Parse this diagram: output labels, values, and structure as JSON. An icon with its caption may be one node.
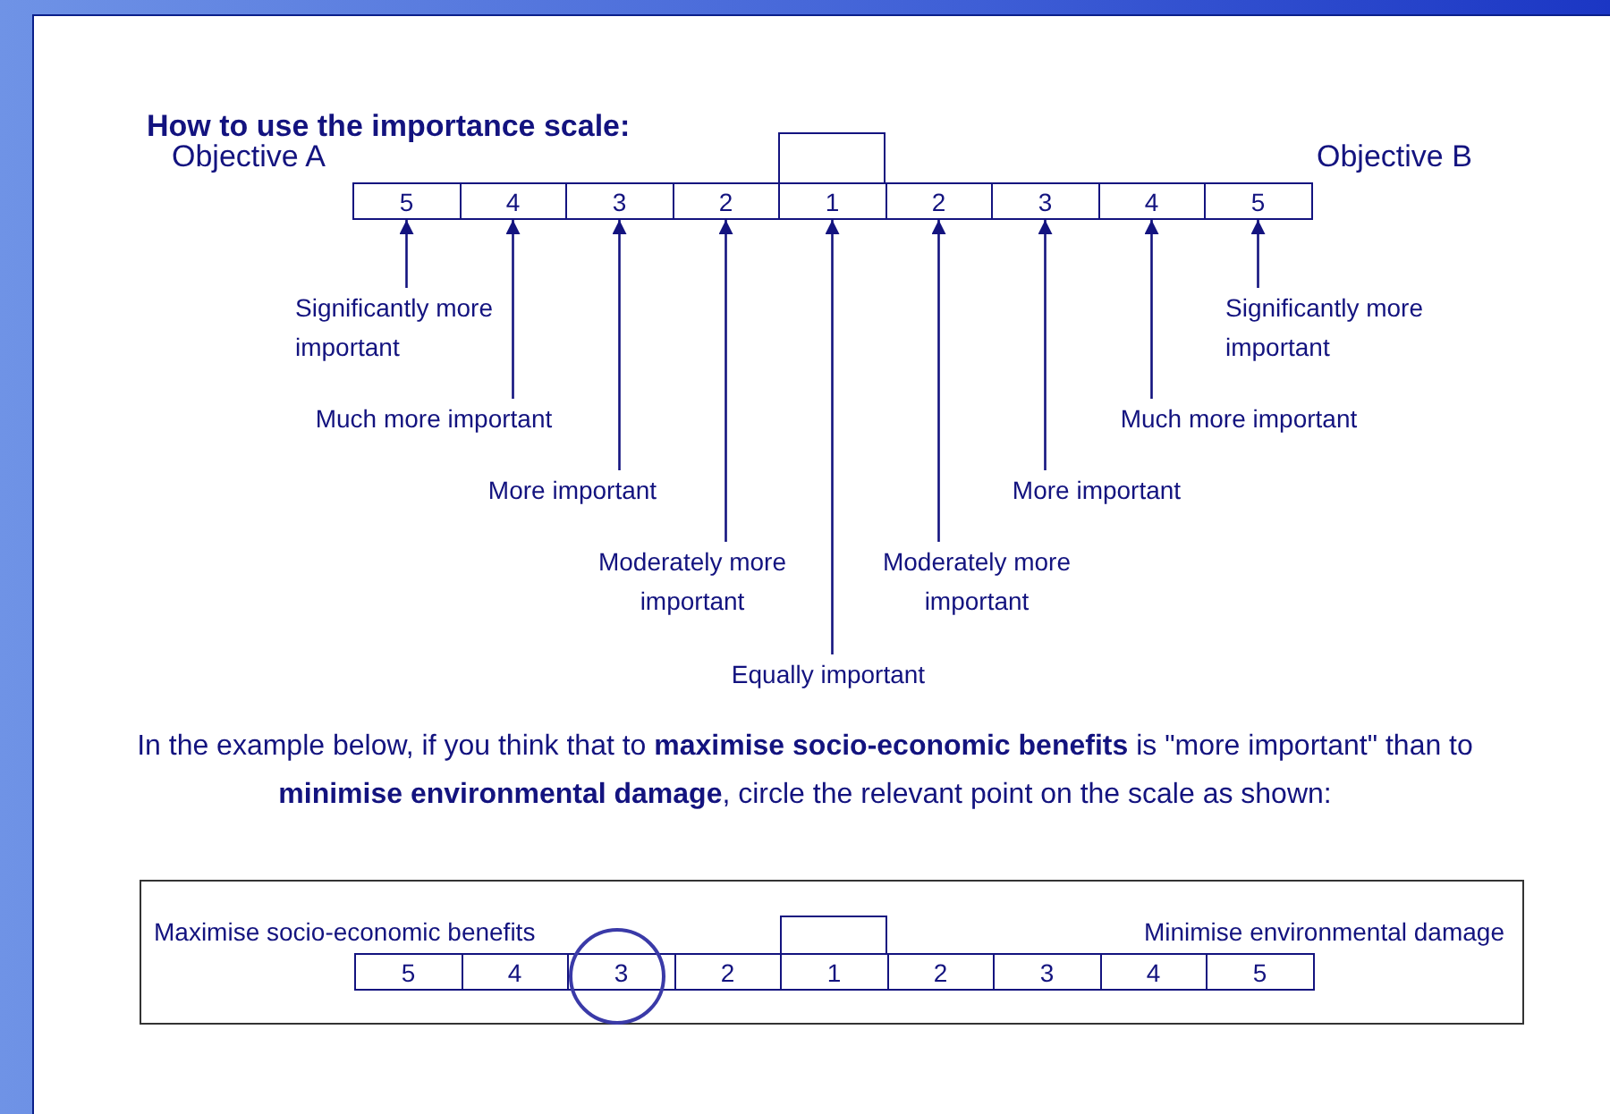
{
  "diagram": {
    "title": "How to use the importance scale:",
    "nodes": [
      {
        "text": [],
        "shape": "box"
      },
      {
        "text": [
          "5"
        ]
      },
      {
        "text": [
          "4"
        ]
      },
      {
        "text": [
          "3"
        ]
      },
      {
        "text": [
          "2"
        ]
      },
      {
        "text": [
          "1"
        ]
      },
      {
        "text": [
          "2"
        ]
      },
      {
        "text": [
          "3"
        ]
      },
      {
        "text": [
          "4"
        ]
      },
      {
        "text": [
          "5"
        ]
      },
      {
        "text": [
          "Significantly more important"
        ]
      },
      {
        "text": [
          "Much more important"
        ]
      },
      {
        "text": [
          "More important"
        ]
      },
      {
        "text": [
          "Moderately more important"
        ]
      },
      {
        "text": [
          "Equally important"
        ]
      },
      {
        "text": [
          "Moderately more important"
        ]
      },
      {
        "text": [
          "More important"
        ]
      },
      {
        "text": [
          "Much more important"
        ]
      },
      {
        "text": [
          "Significantly more important"
        ]
      },
      {
        "text": [
          "Maximise socio-economic benefits",
          "Minimise environmental damage"
        ]
      },
      {
        "text": [],
        "shape": "box",
        "in": 19
      },
      {
        "text": [
          "5"
        ],
        "in": 19
      },
      {
        "text": [
          "4"
        ],
        "in": 19
      },
      {
        "text": [
          "3"
        ],
        "in": 19
      },
      {
        "text": [
          "2"
        ],
        "in": 19
      },
      {
        "text": [
          "1"
        ],
        "in": 19
      },
      {
        "text": [
          "2"
        ],
        "in": 19
      },
      {
        "text": [
          "3"
        ],
        "in": 19
      },
      {
        "text": [
          "4"
        ],
        "in": 19
      },
      {
        "text": [
          "5"
        ],
        "in": 19
      },
      {
        "text": [],
        "shape": "circle",
        "in": 19
      }
    ],
    "edges": [
      {
        "from": 10,
        "to": 1,
        "arrow": "to"
      },
      {
        "from": 11,
        "to": 2,
        "arrow": "to"
      },
      {
        "from": 12,
        "to": 3,
        "arrow": "to"
      },
      {
        "from": 13,
        "to": 4,
        "arrow": "to"
      },
      {
        "from": 14,
        "to": 5,
        "arrow": "to"
      },
      {
        "from": 15,
        "to": 6,
        "arrow": "to"
      },
      {
        "from": 16,
        "to": 7,
        "arrow": "to"
      },
      {
        "from": 17,
        "to": 8,
        "arrow": "to"
      },
      {
        "from": 18,
        "to": 9,
        "arrow": "to"
      }
    ],
    "labels": [
      "Objective A",
      "Objective B",
      "In the example below, if you think that to **maximise socio-economic benefits** is \"more important\" than to **minimise environmental damage**, circle the relevant point on the scale as shown:"
    ]
  }
}
